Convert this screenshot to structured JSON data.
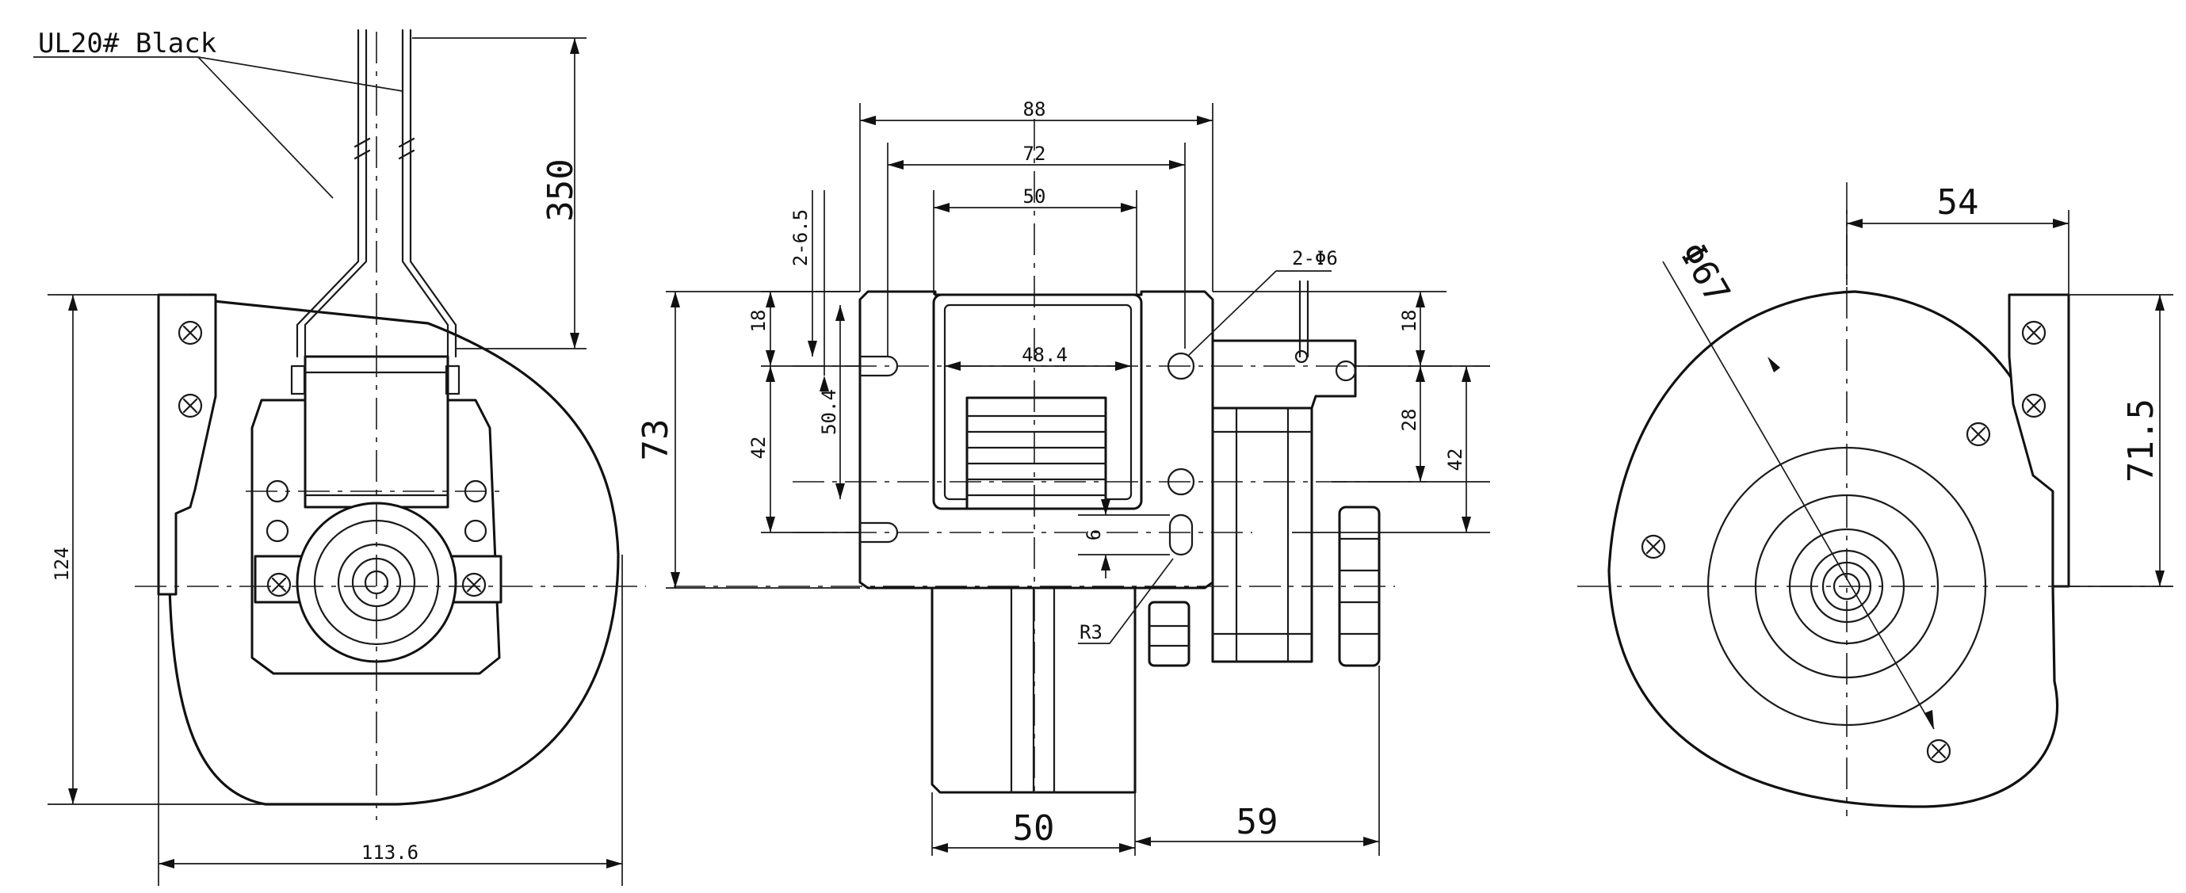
{
  "labels": {
    "wire_note": "UL20# Black",
    "mounting_holes": "2-Φ6",
    "slot_width": "2-6.5",
    "corner_radius": "R3",
    "impeller_diameter": "Φ67"
  },
  "dimensions": {
    "lead_length": "350",
    "overall_height": "124",
    "overall_width": "113.6",
    "flange_width": "88",
    "hole_spacing_width": "72",
    "outlet_width": "50",
    "inner_width": "48.4",
    "flange_height": "73",
    "slot_top_offset": "18",
    "slot_spacing": "42",
    "inner_height": "50.4",
    "slot_size": "6",
    "right_top_offset": "18",
    "right_spacing_a": "28",
    "right_spacing_b": "42",
    "outlet_width_bottom": "50",
    "motor_depth": "59",
    "axis_offset": "54",
    "axis_height": "71.5"
  },
  "colors": {
    "line": "#111111",
    "background": "#ffffff"
  }
}
